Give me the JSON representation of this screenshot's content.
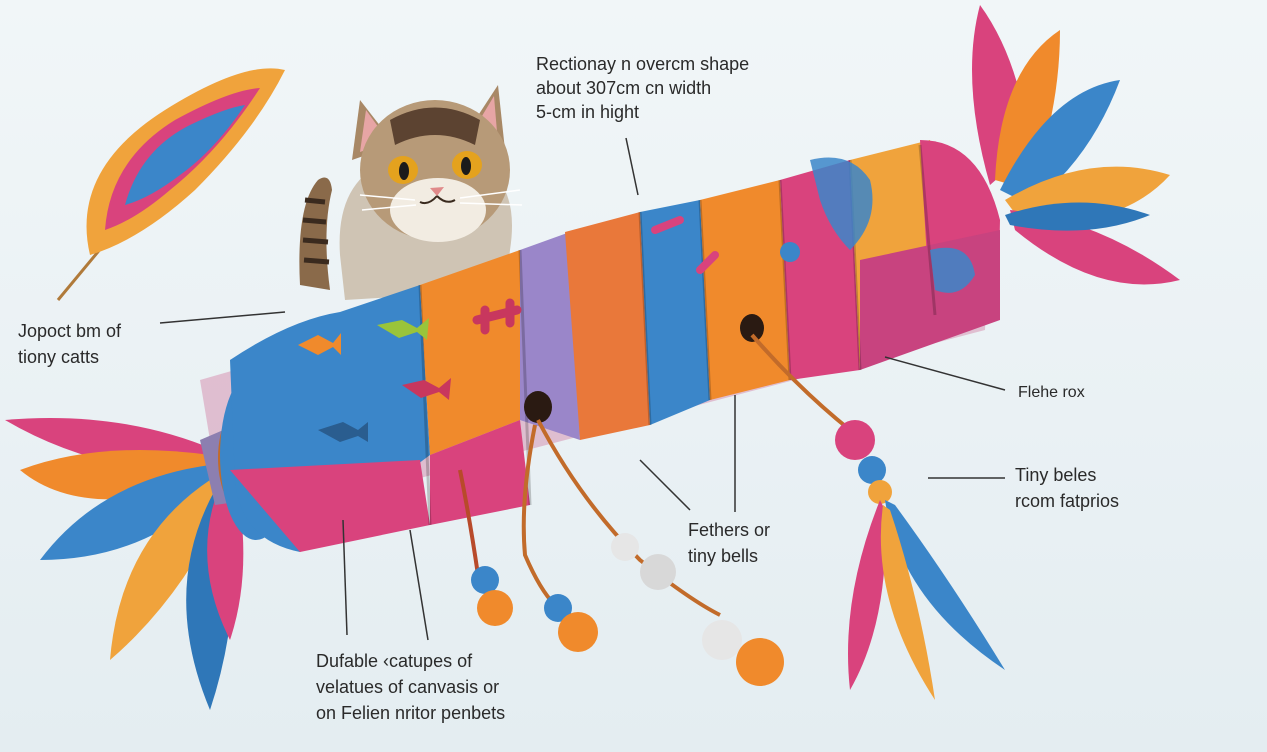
{
  "labels": {
    "size": [
      "Rectionay​ n overcm shape",
      "about 30​7cm cn width",
      "5-cm in hight"
    ],
    "joy": [
      "Jopoct   bm of",
      "tiony catts"
    ],
    "flexi": "Flehe rox",
    "tiny_bells": [
      "Tiny beles",
      "rcom fatprios"
    ],
    "feathers": [
      "Fethers  or",
      "tiny bells"
    ],
    "durable": [
      "Dufable ‹catupes of",
      "velatues of canvasis or",
      "on Felien nritor penbets"
    ]
  },
  "colors": {
    "background": "#eaf1f4",
    "blue": "#3b86c9",
    "pink": "#d9437d",
    "orange": "#f08a2c",
    "purple": "#9a86c9",
    "text": "#2a2a2a"
  }
}
